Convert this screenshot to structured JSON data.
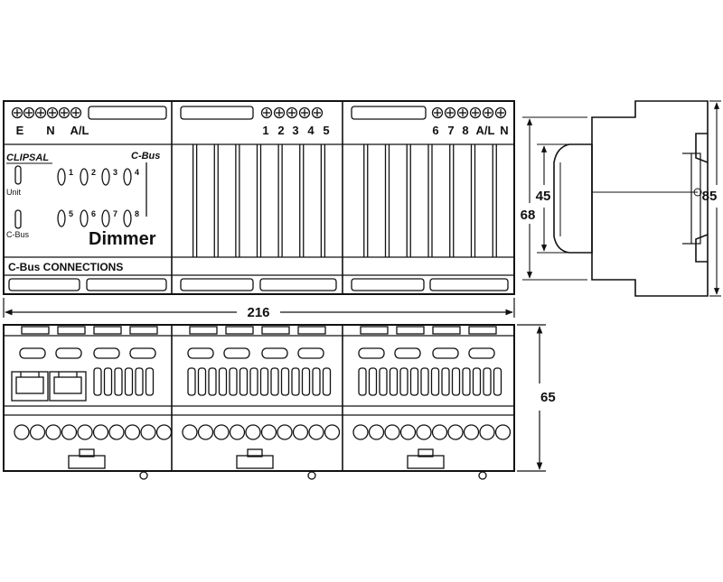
{
  "top_view": {
    "left_terminal_labels": [
      "E",
      "N",
      "A/L"
    ],
    "mid_terminal_labels": [
      "1",
      "2",
      "3",
      "4",
      "5"
    ],
    "right_terminal_labels": [
      "6",
      "7",
      "8",
      "A/L",
      "N"
    ],
    "brand": "CLIPSAL",
    "cbus_logo": "C-Bus",
    "unit_label": "Unit",
    "cbus_label": "C-Bus",
    "channel_numbers": [
      "1",
      "2",
      "3",
      "4",
      "5",
      "6",
      "7",
      "8"
    ],
    "product_name": "Dimmer",
    "connections_label": "C-Bus CONNECTIONS"
  },
  "dimensions": {
    "width": "216",
    "depth_front": "65",
    "side_inner": "45",
    "side_middle": "68",
    "side_outer": "85"
  },
  "colors": {
    "line": "#111111",
    "fill": "#ffffff"
  }
}
